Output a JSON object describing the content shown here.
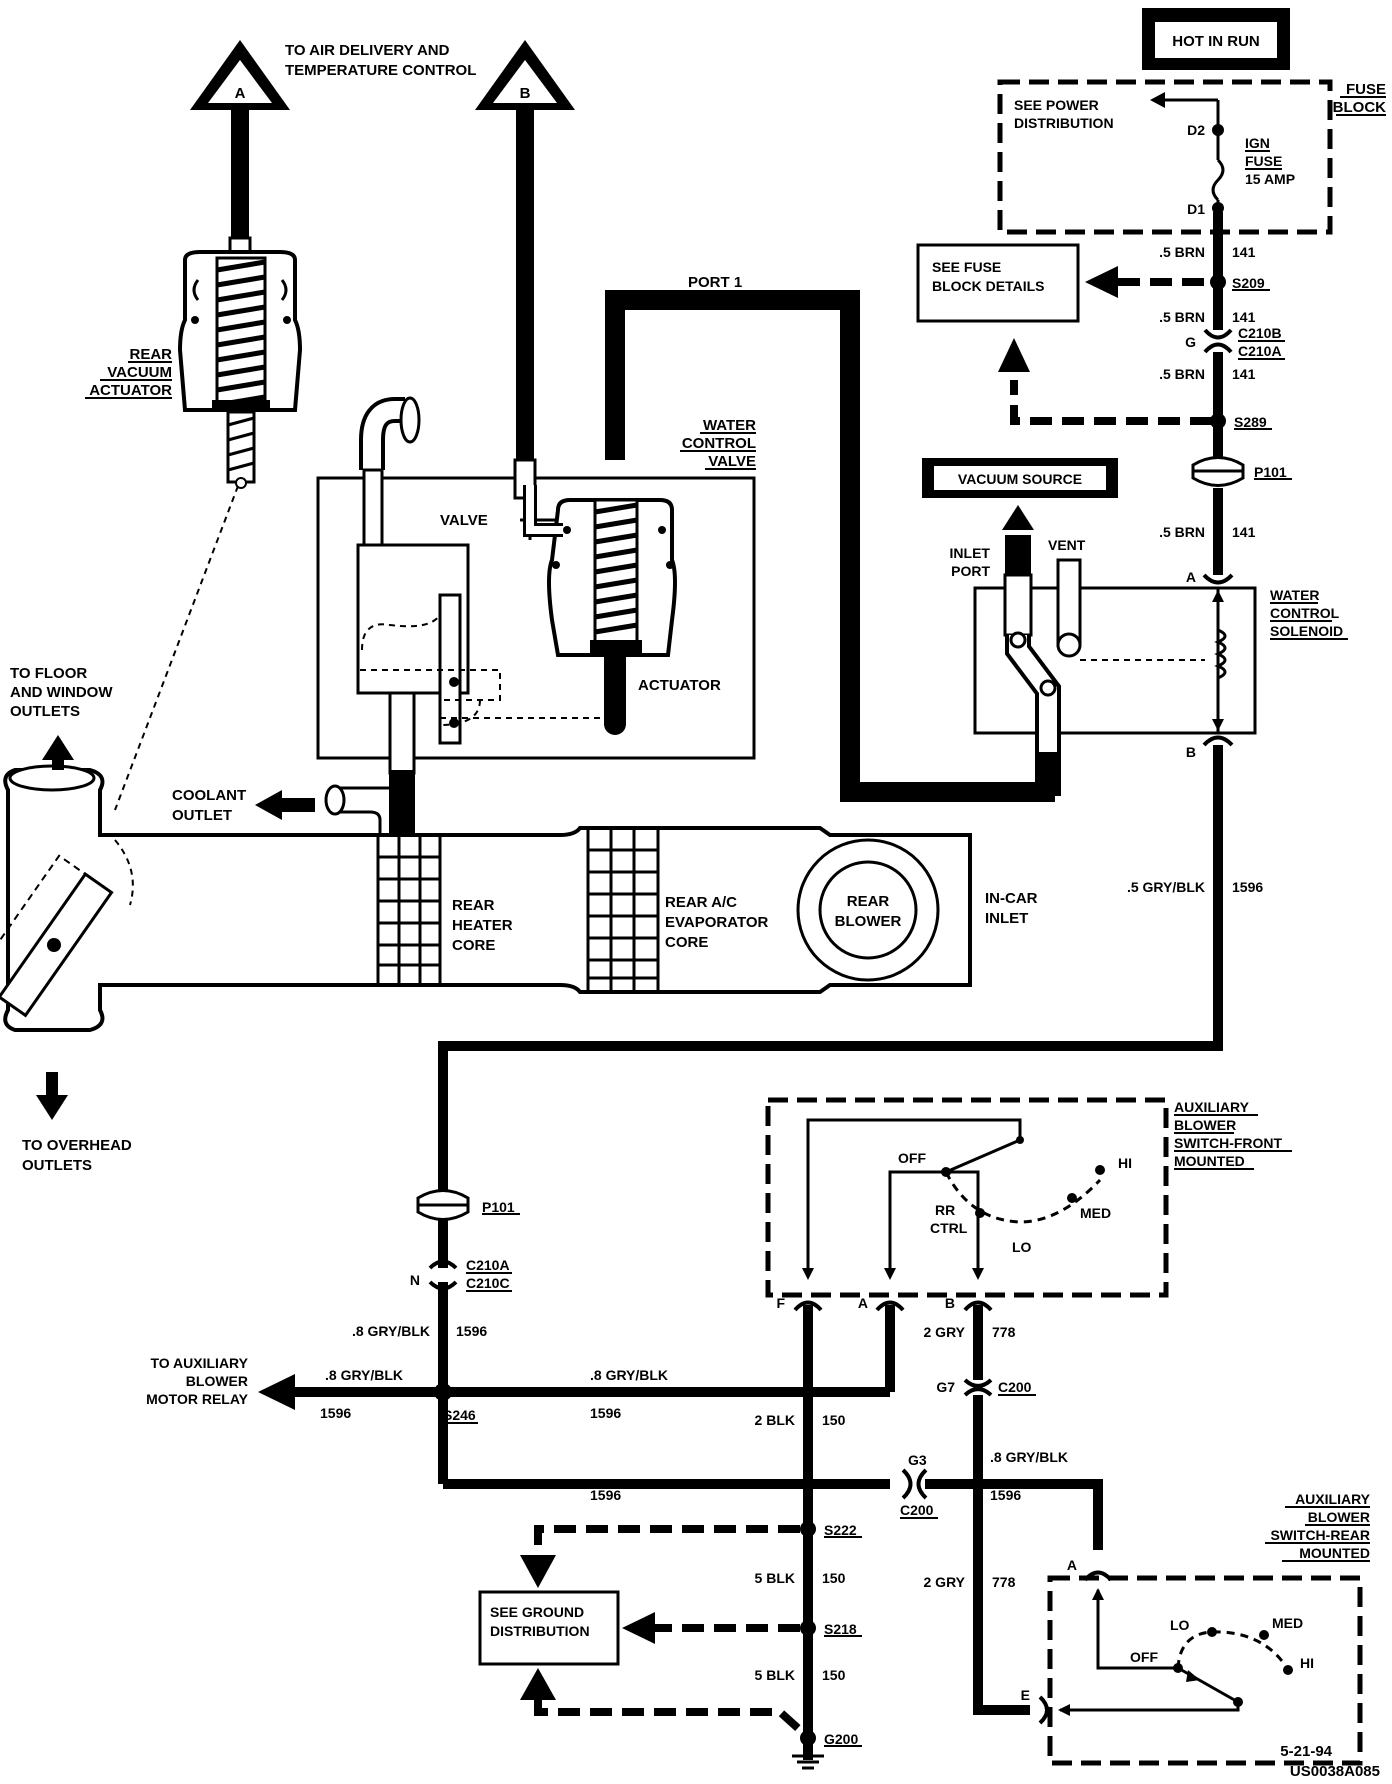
{
  "labels": {
    "to_air_delivery_1": "TO AIR DELIVERY AND",
    "to_air_delivery_2": "TEMPERATURE CONTROL",
    "marker_a": "A",
    "marker_b": "B",
    "rear_vacuum_actuator_1": "REAR",
    "rear_vacuum_actuator_2": "VACUUM",
    "rear_vacuum_actuator_3": "ACTUATOR",
    "port_1": "PORT 1",
    "water_control_valve_1": "WATER",
    "water_control_valve_2": "CONTROL",
    "water_control_valve_3": "VALVE",
    "valve": "VALVE",
    "actuator": "ACTUATOR",
    "to_floor_1": "TO FLOOR",
    "to_floor_2": "AND WINDOW",
    "to_floor_3": "OUTLETS",
    "coolant_outlet_1": "COOLANT",
    "coolant_outlet_2": "OUTLET",
    "rear_heater_core_1": "REAR",
    "rear_heater_core_2": "HEATER",
    "rear_heater_core_3": "CORE",
    "rear_ac_evap_1": "REAR A/C",
    "rear_ac_evap_2": "EVAPORATOR",
    "rear_ac_evap_3": "CORE",
    "rear_blower_1": "REAR",
    "rear_blower_2": "BLOWER",
    "in_car_inlet_1": "IN-CAR",
    "in_car_inlet_2": "INLET",
    "to_overhead_1": "TO OVERHEAD",
    "to_overhead_2": "OUTLETS",
    "hot_in_run": "HOT IN RUN",
    "fuse_block_1": "FUSE",
    "fuse_block_2": "BLOCK",
    "see_power_1": "SEE POWER",
    "see_power_2": "DISTRIBUTION",
    "d2": "D2",
    "d1": "D1",
    "ign_fuse_1": "IGN",
    "ign_fuse_2": "FUSE",
    "ign_fuse_3": "15 AMP",
    "see_fuse_details_1": "SEE FUSE",
    "see_fuse_details_2": "BLOCK DETAILS",
    "vacuum_source": "VACUUM SOURCE",
    "inlet_port_1": "INLET",
    "inlet_port_2": "PORT",
    "vent": "VENT",
    "water_control_solenoid_1": "WATER",
    "water_control_solenoid_2": "CONTROL",
    "water_control_solenoid_3": "SOLENOID",
    "aux_front_1": "AUXILIARY",
    "aux_front_2": "BLOWER",
    "aux_front_3": "SWITCH-FRONT",
    "aux_front_4": "MOUNTED",
    "off": "OFF",
    "hi": "HI",
    "med": "MED",
    "lo": "LO",
    "rr_ctrl_1": "RR",
    "rr_ctrl_2": "CTRL",
    "to_aux_relay_1": "TO AUXILIARY",
    "to_aux_relay_2": "BLOWER",
    "to_aux_relay_3": "MOTOR RELAY",
    "see_ground_1": "SEE GROUND",
    "see_ground_2": "DISTRIBUTION",
    "aux_rear_1": "AUXILIARY",
    "aux_rear_2": "BLOWER",
    "aux_rear_3": "SWITCH-REAR",
    "aux_rear_4": "MOUNTED",
    "date": "5-21-94",
    "doc_id": "US0038A085"
  },
  "wires": {
    "w_141_a_size": ".5 BRN",
    "w_141_a_num": "141",
    "w_141_b_size": ".5 BRN",
    "w_141_b_num": "141",
    "w_141_c_size": ".5 BRN",
    "w_141_c_num": "141",
    "w_141_d_size": ".5 BRN",
    "w_141_d_num": "141",
    "w_1596_a_size": ".5 GRY/BLK",
    "w_1596_a_num": "1596",
    "w_1596_b_size": ".8 GRY/BLK",
    "w_1596_b_num": "1596",
    "w_1596_c_size": ".8 GRY/BLK",
    "w_1596_c_num": "1596",
    "w_1596_d_size": ".8 GRY/BLK",
    "w_1596_d_num": "1596",
    "w_1596_e_num": "1596",
    "w_1596_f_size": ".8 GRY/BLK",
    "w_1596_f_num": "1596",
    "w_150_a_size": "2 BLK",
    "w_150_a_num": "150",
    "w_150_b_size": "5 BLK",
    "w_150_b_num": "150",
    "w_150_c_size": "5 BLK",
    "w_150_c_num": "150",
    "w_778_a_size": "2 GRY",
    "w_778_a_num": "778",
    "w_778_b_size": "2 GRY",
    "w_778_b_num": "778"
  },
  "connectors": {
    "s209": "S209",
    "s289": "S289",
    "c210b": "C210B",
    "c210a": "C210A",
    "g": "G",
    "p101_top": "P101",
    "pin_a_sol": "A",
    "pin_b_sol": "B",
    "p101_bottom": "P101",
    "c210a_b": "C210A",
    "c210c": "C210C",
    "n": "N",
    "s246": "S246",
    "pin_f": "F",
    "pin_a_front": "A",
    "pin_b_front": "B",
    "g7": "G7",
    "c200_a": "C200",
    "g3": "G3",
    "c200_b": "C200",
    "s222": "S222",
    "s218": "S218",
    "g200": "G200",
    "pin_a_rear": "A",
    "pin_e_rear": "E"
  }
}
